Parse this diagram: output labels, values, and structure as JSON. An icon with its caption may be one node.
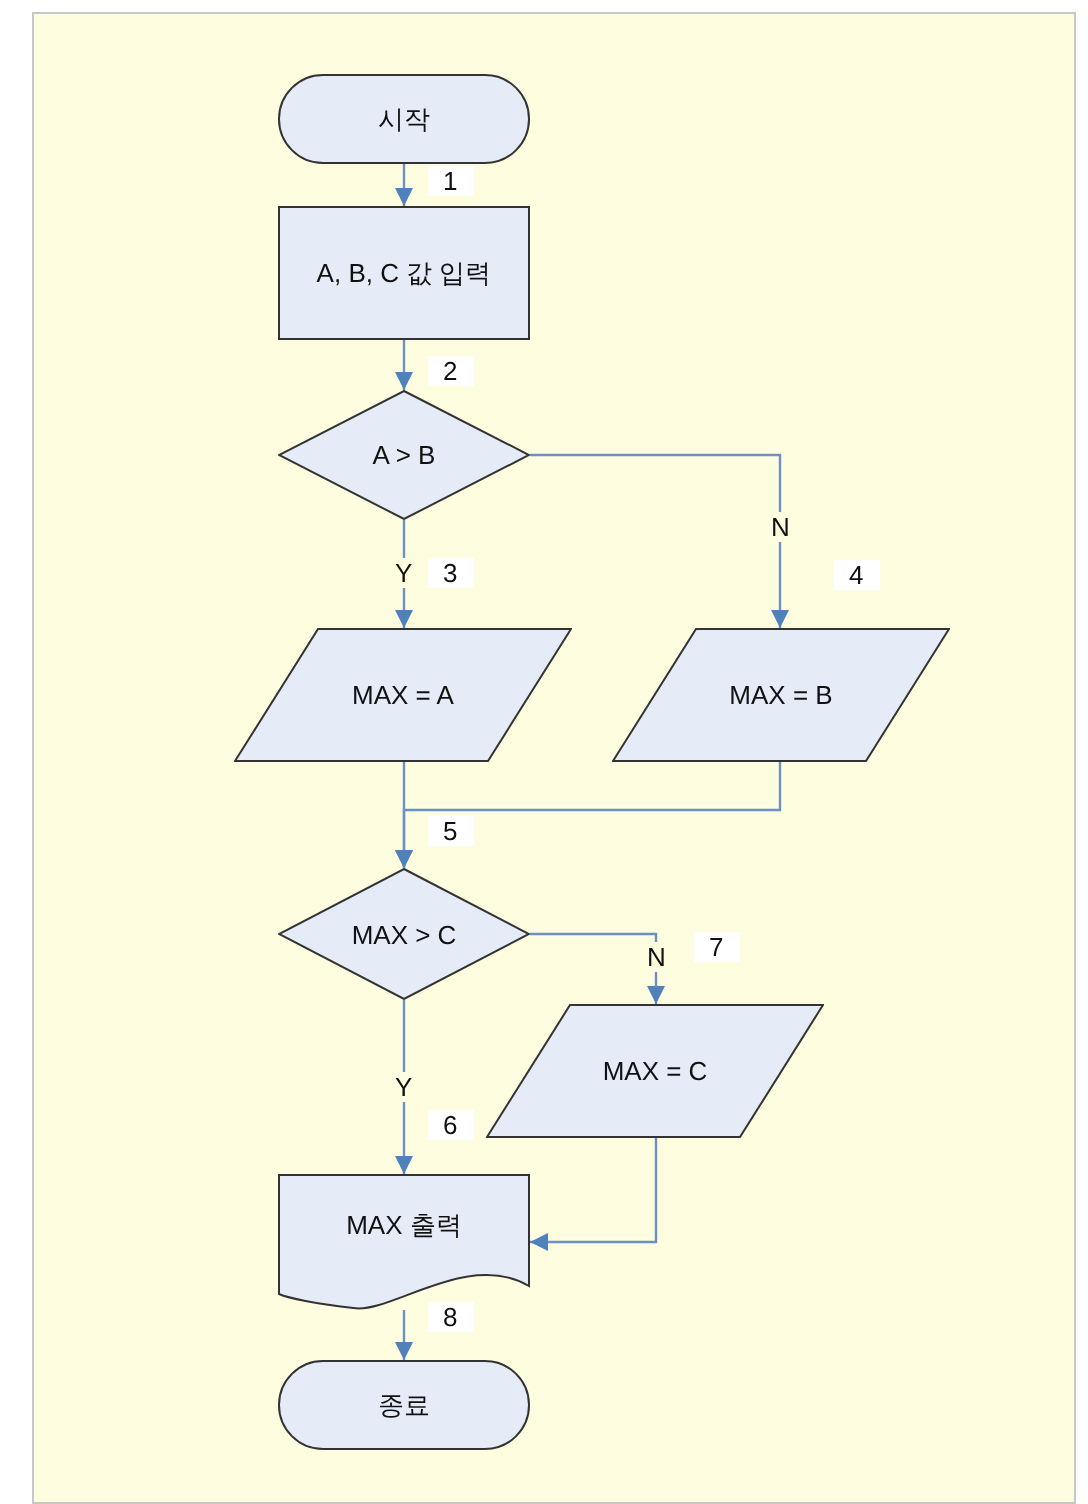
{
  "diagram": {
    "nodes": [
      {
        "text": [
          "시작"
        ]
      },
      {
        "text": [
          "A, B, C 값 입력"
        ]
      },
      {
        "text": [
          "A > B"
        ]
      },
      {
        "text": [
          "MAX = A"
        ]
      },
      {
        "text": [
          "MAX = B"
        ]
      },
      {
        "text": [
          "MAX > C"
        ]
      },
      {
        "text": [
          "MAX = C"
        ]
      },
      {
        "text": [
          "MAX 출력"
        ]
      },
      {
        "text": [
          "종료"
        ]
      }
    ],
    "edges": [
      {
        "from": 0,
        "to": 1,
        "arrow": "to"
      },
      {
        "from": 1,
        "to": 2,
        "arrow": "to"
      },
      {
        "from": 2,
        "to": 3,
        "arrow": "to",
        "label": "Y"
      },
      {
        "from": 2,
        "to": 4,
        "arrow": "to",
        "label": "N"
      },
      {
        "from": 3,
        "to": 5,
        "arrow": "to"
      },
      {
        "from": 4,
        "to": 5,
        "arrow": "to"
      },
      {
        "from": 5,
        "to": 7,
        "arrow": "to",
        "label": "Y"
      },
      {
        "from": 5,
        "to": 6,
        "arrow": "to",
        "label": "N"
      },
      {
        "from": 6,
        "to": 7,
        "arrow": "to"
      },
      {
        "from": 7,
        "to": 8,
        "arrow": "to"
      }
    ],
    "labels": [
      "1",
      "2",
      "3",
      "4",
      "5",
      "7",
      "6",
      "8"
    ]
  }
}
